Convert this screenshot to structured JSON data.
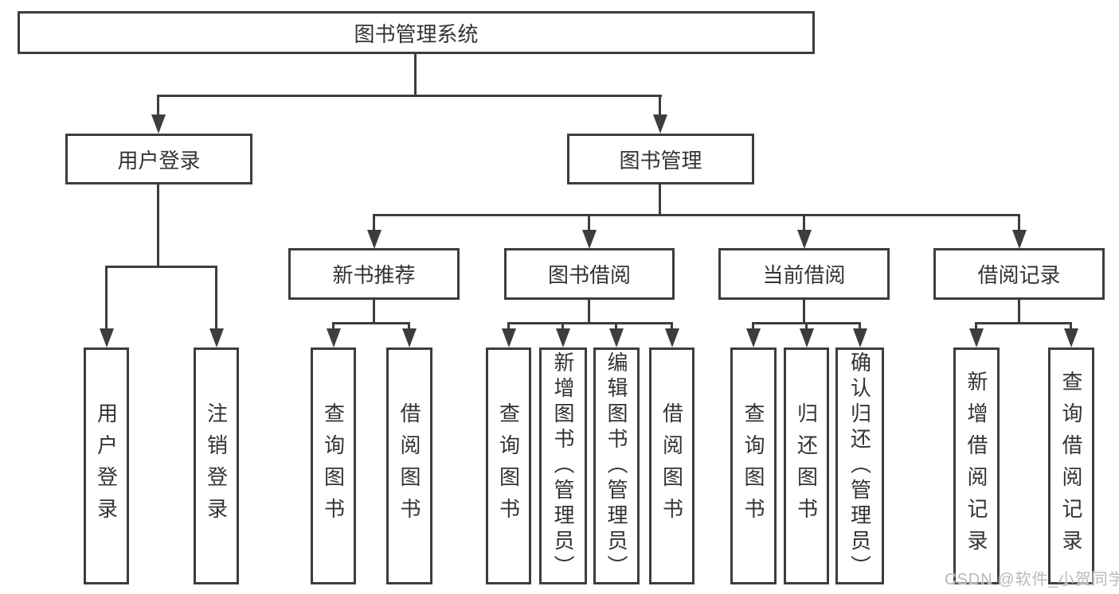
{
  "page": {
    "background": "#ffffff"
  },
  "diagram": {
    "type": "tree",
    "line_color": "#3d3d3d",
    "text_color": "#333333",
    "root": {
      "label": "图书管理系统"
    },
    "branches": [
      {
        "label": "用户登录",
        "children": [
          {
            "label": "用户登录"
          },
          {
            "label": "注销登录"
          }
        ]
      },
      {
        "label": "图书管理",
        "children": [
          {
            "label": "新书推荐",
            "children": [
              {
                "label": "查询图书"
              },
              {
                "label": "借阅图书"
              }
            ]
          },
          {
            "label": "图书借阅",
            "children": [
              {
                "label": "查询图书"
              },
              {
                "label": "新增图书（管理员）"
              },
              {
                "label": "编辑图书（管理员）"
              },
              {
                "label": "借阅图书"
              }
            ]
          },
          {
            "label": "当前借阅",
            "children": [
              {
                "label": "查询图书"
              },
              {
                "label": "归还图书"
              },
              {
                "label": "确认归还（管理员）"
              }
            ]
          },
          {
            "label": "借阅记录",
            "children": [
              {
                "label": "新增借阅记录"
              },
              {
                "label": "查询借阅记录"
              }
            ]
          }
        ]
      }
    ]
  },
  "watermark": {
    "text": "CSDN @软件_小贺同学",
    "color": "#b9b9b9"
  }
}
